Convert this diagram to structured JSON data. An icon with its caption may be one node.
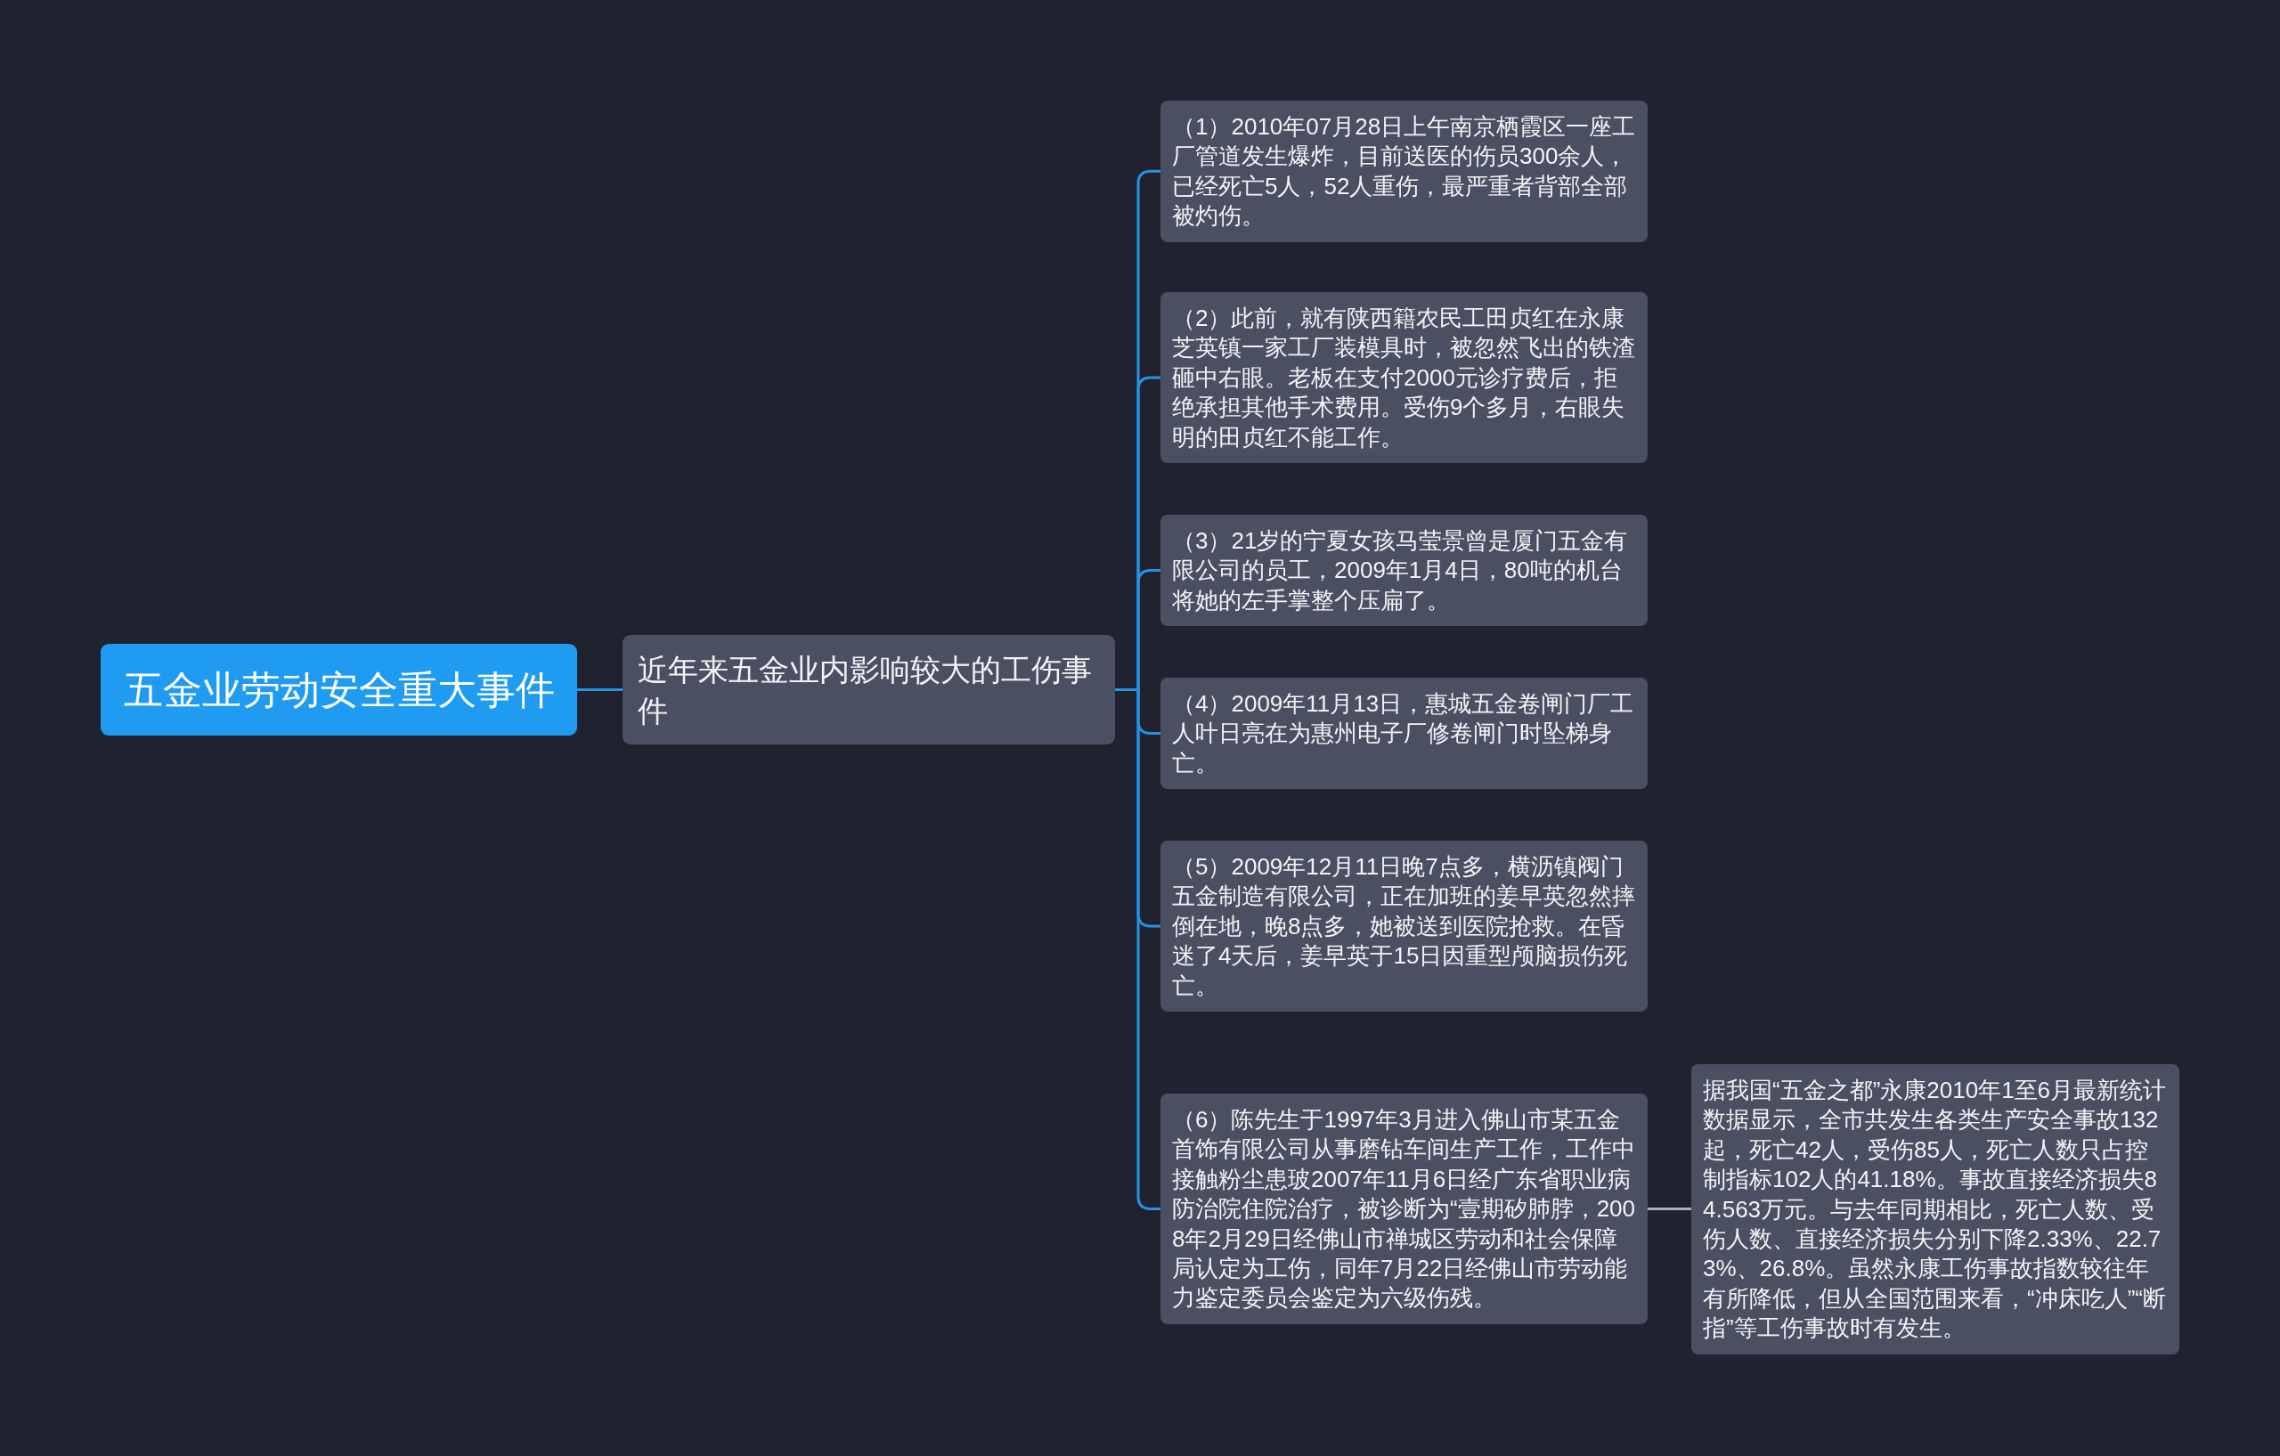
{
  "diagram": {
    "nodes": [
      {
        "text": [
          "五金业劳动安全重大事件"
        ]
      },
      {
        "text": [
          "近年来五金业内影响较大的工伤事件"
        ]
      },
      {
        "text": [
          "（1）2010年07月28日上午南京栖霞区一座工厂管道发生爆炸，目前送医的伤员300余人，已经死亡5人，52人重伤，最严重者背部全部被灼伤。"
        ]
      },
      {
        "text": [
          "（2）此前，就有陕西籍农民工田贞红在永康芝英镇一家工厂装模具时，被忽然飞出的铁渣砸中右眼。老板在支付2000元诊疗费后，拒绝承担其他手术费用。受伤9个多月，右眼失明的田贞红不能工作。"
        ]
      },
      {
        "text": [
          "（3）21岁的宁夏女孩马莹景曾是厦门五金有限公司的员工，2009年1月4日，80吨的机台将她的左手掌整个压扁了。"
        ]
      },
      {
        "text": [
          "（4）2009年11月13日，惠城五金卷闸门厂工人叶日亮在为惠州电子厂修卷闸门时坠梯身亡。"
        ]
      },
      {
        "text": [
          "（5）2009年12月11日晚7点多，横沥镇阀门五金制造有限公司，正在加班的姜早英忽然摔倒在地，晚8点多，她被送到医院抢救。在昏迷了4天后，姜早英于15日因重型颅脑损伤死亡。"
        ]
      },
      {
        "text": [
          "（6）陈先生于1997年3月进入佛山市某五金首饰有限公司从事磨钻车间生产工作，工作中接触粉尘患玻2007年11月6日经广东省职业病防治院住院治疗，被诊断为“壹期矽肺脖，2008年2月29日经佛山市禅城区劳动和社会保障局认定为工伤，同年7月22日经佛山市劳动能力鉴定委员会鉴定为六级伤残。"
        ]
      },
      {
        "text": [
          "据我国“五金之都”永康2010年1至6月最新统计数据显示，全市共发生各类生产安全事故132起，死亡42人，受伤85人，死亡人数只占控制指标102人的41.18%。事故直接经济损失84.563万元。与去年同期相比，死亡人数、受伤人数、直接经济损失分别下降2.33%、22.73%、26.8%。虽然永康工伤事故指数较往年有所降低，但从全国范围来看，“冲床吃人”“断指”等工伤事故时有发生。"
        ]
      }
    ],
    "edges": [
      {
        "from": 0,
        "to": 1,
        "arrow": "none"
      },
      {
        "from": 1,
        "to": 2,
        "arrow": "none"
      },
      {
        "from": 1,
        "to": 3,
        "arrow": "none"
      },
      {
        "from": 1,
        "to": 4,
        "arrow": "none"
      },
      {
        "from": 1,
        "to": 5,
        "arrow": "none"
      },
      {
        "from": 1,
        "to": 6,
        "arrow": "none"
      },
      {
        "from": 1,
        "to": 7,
        "arrow": "none"
      },
      {
        "from": 7,
        "to": 8,
        "arrow": "none",
        "color": "#9fb0c3"
      }
    ]
  }
}
